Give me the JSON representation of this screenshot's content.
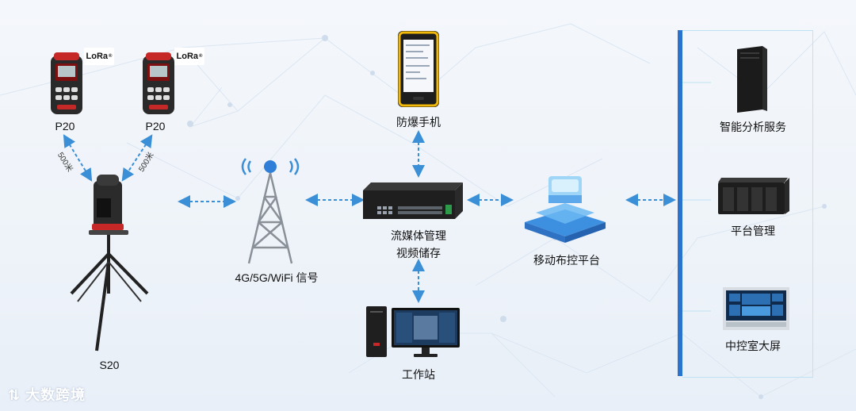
{
  "nodes": {
    "p20_left": {
      "label": "P20",
      "badge": "LoRa"
    },
    "p20_right": {
      "label": "P20",
      "badge": "LoRa"
    },
    "s20": {
      "label": "S20"
    },
    "link_left": {
      "distance": "500米"
    },
    "link_right": {
      "distance": "500米"
    },
    "tower": {
      "label": "4G/5G/WiFi 信号"
    },
    "phone": {
      "label": "防爆手机"
    },
    "switch": {
      "label_line1": "流媒体管理",
      "label_line2": "视频储存"
    },
    "workstation": {
      "label": "工作站"
    },
    "platform": {
      "label": "移动布控平台"
    },
    "server": {
      "label": "智能分析服务"
    },
    "nas": {
      "label": "平台管理"
    },
    "screen": {
      "label": "中控室大屏"
    }
  },
  "watermark": "大数跨境",
  "colors": {
    "arrow": "#3a8fd6",
    "panel_bar": "#2a73cf",
    "panel_border": "#bfe2f2"
  }
}
